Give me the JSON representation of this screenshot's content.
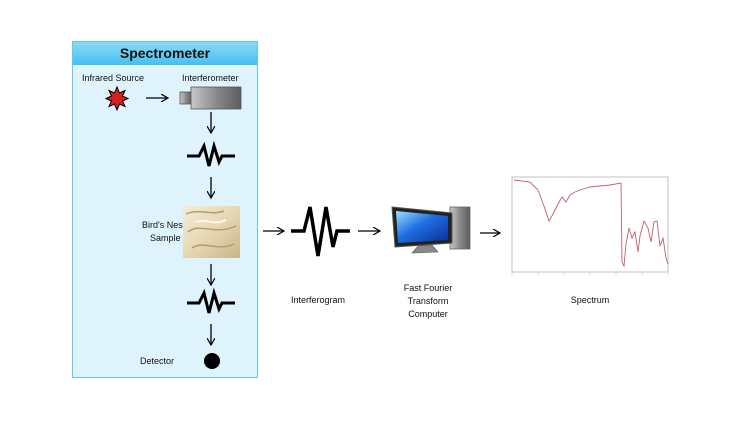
{
  "spectrometer": {
    "title": "Spectrometer",
    "infrared_source_label": "Infrared Source",
    "interferometer_label": "Interferometer",
    "sample_label_line1": "Bird's Nest",
    "sample_label_line2": "Sample",
    "detector_label": "Detector"
  },
  "pipeline": {
    "interferogram_label": "Interferogram",
    "computer_label_line1": "Fast Fourier",
    "computer_label_line2": "Transform",
    "computer_label_line3": "Computer",
    "spectrum_label": "Spectrum"
  },
  "colors": {
    "panel_fill": "#dff3fc",
    "panel_border": "#5ec8f0",
    "header_fill": "#45bff0",
    "source_red": "#d62020",
    "spectrum_line": "#c0606a"
  },
  "icons": [
    "starburst-icon",
    "interferometer-icon",
    "wave-signal-icon",
    "sample-photo",
    "detector-dot-icon",
    "monitor-icon",
    "spectrum-plot"
  ]
}
